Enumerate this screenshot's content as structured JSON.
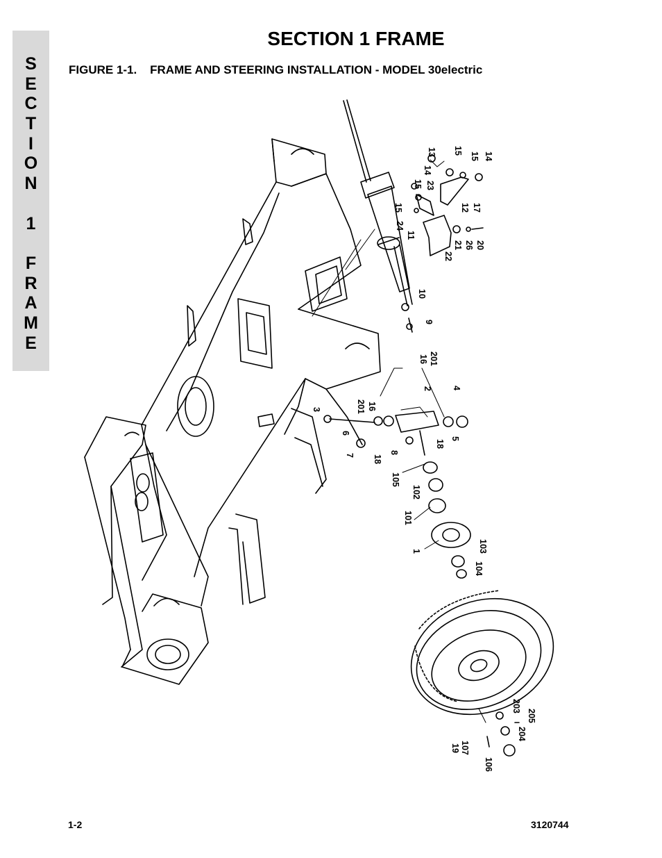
{
  "side_tab": {
    "letters": [
      "S",
      "E",
      "C",
      "T",
      "I",
      "O",
      "N",
      "",
      "1",
      "",
      "F",
      "R",
      "A",
      "M",
      "E"
    ]
  },
  "header": {
    "section_title": "SECTION 1  FRAME",
    "figure_title": "FIGURE 1-1.    FRAME AND STEERING INSTALLATION - MODEL 30electric"
  },
  "callouts": {
    "c13": "13",
    "c15a": "15",
    "c15b": "15",
    "c14a": "14",
    "c14b": "14",
    "c23": "23",
    "c15c": "15",
    "c12": "12",
    "c17": "17",
    "c15d": "15",
    "c24": "24",
    "c11": "11",
    "c22": "22",
    "c21": "21",
    "c26": "26",
    "c20": "20",
    "c10": "10",
    "c9": "9",
    "c16a": "16",
    "c201a": "201",
    "c2": "2",
    "c4": "4",
    "c3": "3",
    "c201b": "201",
    "c16b": "16",
    "c6": "6",
    "c7": "7",
    "c18a": "18",
    "c8": "8",
    "c18b": "18",
    "c5": "5",
    "c105": "105",
    "c102": "102",
    "c101": "101",
    "c1": "1",
    "c103": "103",
    "c104": "104",
    "c203": "203",
    "c205": "205",
    "c204": "204",
    "c19": "19",
    "c107": "107",
    "c106": "106"
  },
  "footer": {
    "page_number": "1-2",
    "doc_number": "3120744"
  }
}
